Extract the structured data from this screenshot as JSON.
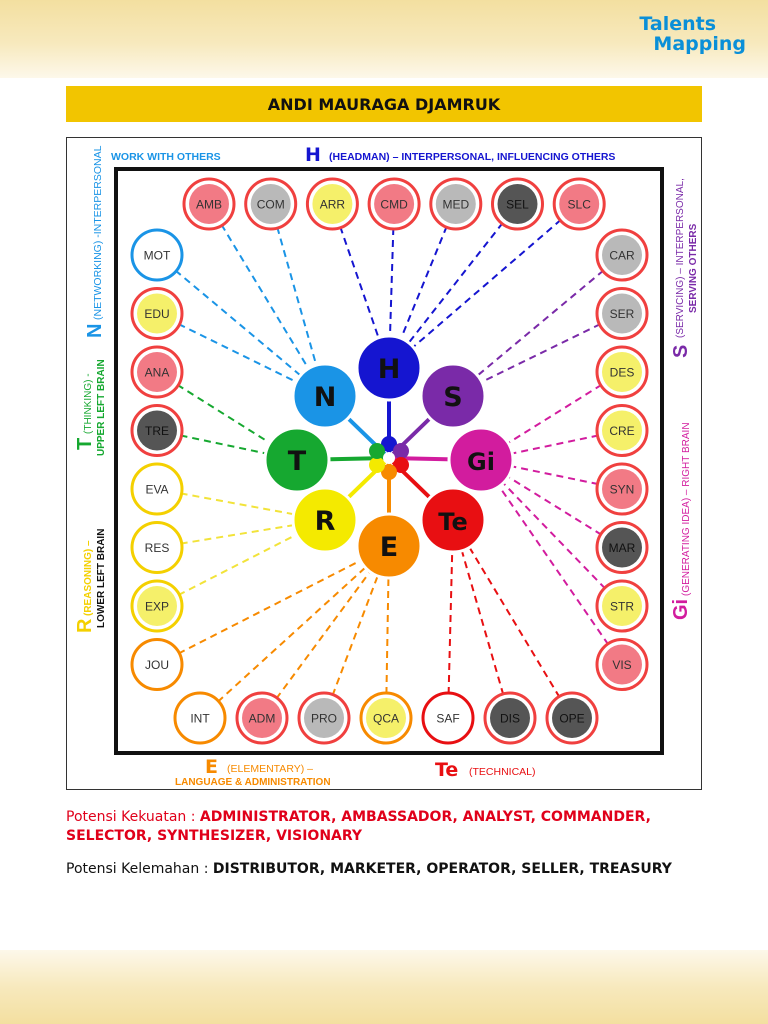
{
  "header": {
    "logo_line1": "Talents",
    "logo_line2": "Mapping",
    "name": "ANDI MAURAGA DJAMRUK"
  },
  "diagram": {
    "top_label_h": "H",
    "top_label_text": "(HEADMAN) – INTERPERSONAL, INFLUENCING OTHERS",
    "work_with_others": "WORK WITH OTHERS",
    "left_n_letter": "N",
    "left_n_text": "(NETWORKING) -INTERPERSONAL",
    "left_t_letter": "T",
    "left_t_text": "(THINKING) -",
    "left_t_text2": "UPPER LEFT BRAIN",
    "left_r_letter": "R",
    "left_r_text": "(REASONING) –",
    "left_r_text2": "LOWER LEFT BRAIN",
    "right_s_letter": "S",
    "right_s_text": "(SERVICING) – INTERPERSONAL,",
    "right_s_text2": "SERVING OTHERS",
    "right_gi_letter": "Gi",
    "right_gi_text": "(GENERATING IDEA) – RIGHT BRAIN",
    "bottom_e_letter": "E",
    "bottom_e_text": "(ELEMENTARY) –",
    "bottom_e_text2": "LANGUAGE & ADMINISTRATION",
    "bottom_te_letter": "Te",
    "bottom_te_text": "(TECHNICAL)",
    "center_circles": [
      "H",
      "S",
      "Gi",
      "Te",
      "E",
      "R",
      "T",
      "N"
    ],
    "center_colors": {
      "H": "#1515d0",
      "S": "#7a2aa8",
      "Gi": "#d21c9e",
      "Te": "#e80f12",
      "E": "#f78a00",
      "R": "#f4ea00",
      "T": "#16a830",
      "N": "#1a94e6"
    },
    "top_row": [
      "AMB",
      "COM",
      "ARR",
      "CMD",
      "MED",
      "SEL",
      "SLC"
    ],
    "right_col": [
      "CAR",
      "SER",
      "DES",
      "CRE",
      "SYN",
      "MAR",
      "STR",
      "VIS"
    ],
    "left_col": [
      "MOT",
      "EDU",
      "ANA",
      "TRE",
      "EVA",
      "RES",
      "EXP",
      "JOU"
    ],
    "bottom_row": [
      "INT",
      "ADM",
      "PRO",
      "QCA",
      "SAF",
      "DIS",
      "OPE"
    ]
  },
  "strengths": {
    "label": "Potensi Kekuatan : ",
    "value": "ADMINISTRATOR, AMBASSADOR, ANALYST, COMMANDER, SELECTOR, SYNTHESIZER, VISIONARY"
  },
  "weaknesses": {
    "label": "Potensi Kelemahan : ",
    "value": "DISTRIBUTOR, MARKETER, OPERATOR, SELLER, TREASURY"
  }
}
